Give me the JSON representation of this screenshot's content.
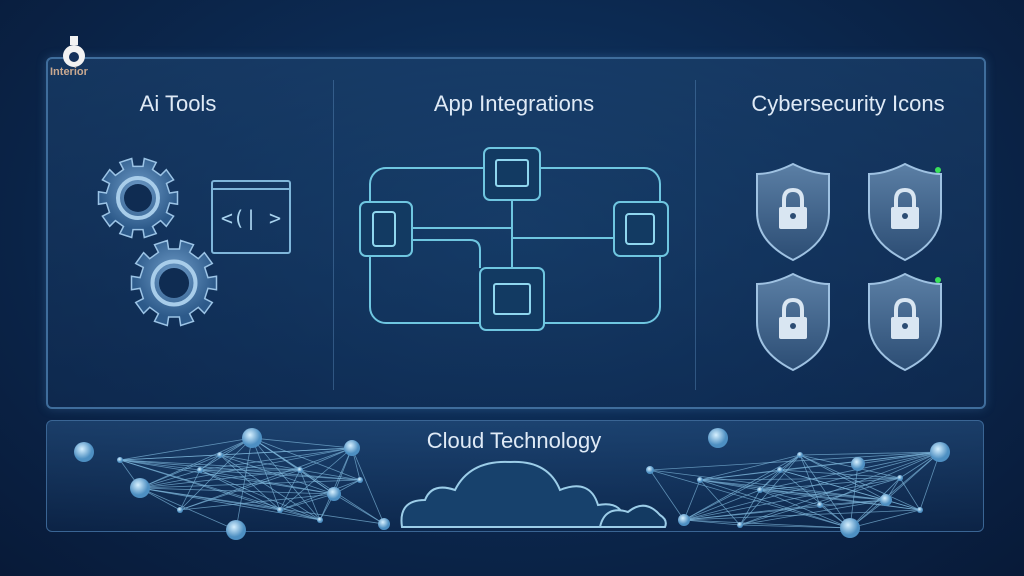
{
  "logo": {
    "text": "Interior"
  },
  "sections": [
    {
      "title": "Ai Tools",
      "icons": [
        "gear-icon",
        "gear-icon",
        "code-window-icon"
      ],
      "code_text": "<(| >"
    },
    {
      "title": "App Integrations",
      "icons": [
        "tablet-icon",
        "folder-icon",
        "folder-icon",
        "device-icon"
      ]
    },
    {
      "title": "Cybersecurity Icons",
      "icons": [
        "shield-lock-icon",
        "shield-lock-icon",
        "shield-lock-icon",
        "shield-lock-icon"
      ]
    }
  ],
  "bottom": {
    "title": "Cloud Technology",
    "icons": [
      "network-icon",
      "cloud-icon",
      "network-icon"
    ]
  },
  "colors": {
    "background": "#0c2a52",
    "line": "#6fc6e0",
    "panel_border": "#3f6d9c",
    "status_green": "#39e05a"
  }
}
